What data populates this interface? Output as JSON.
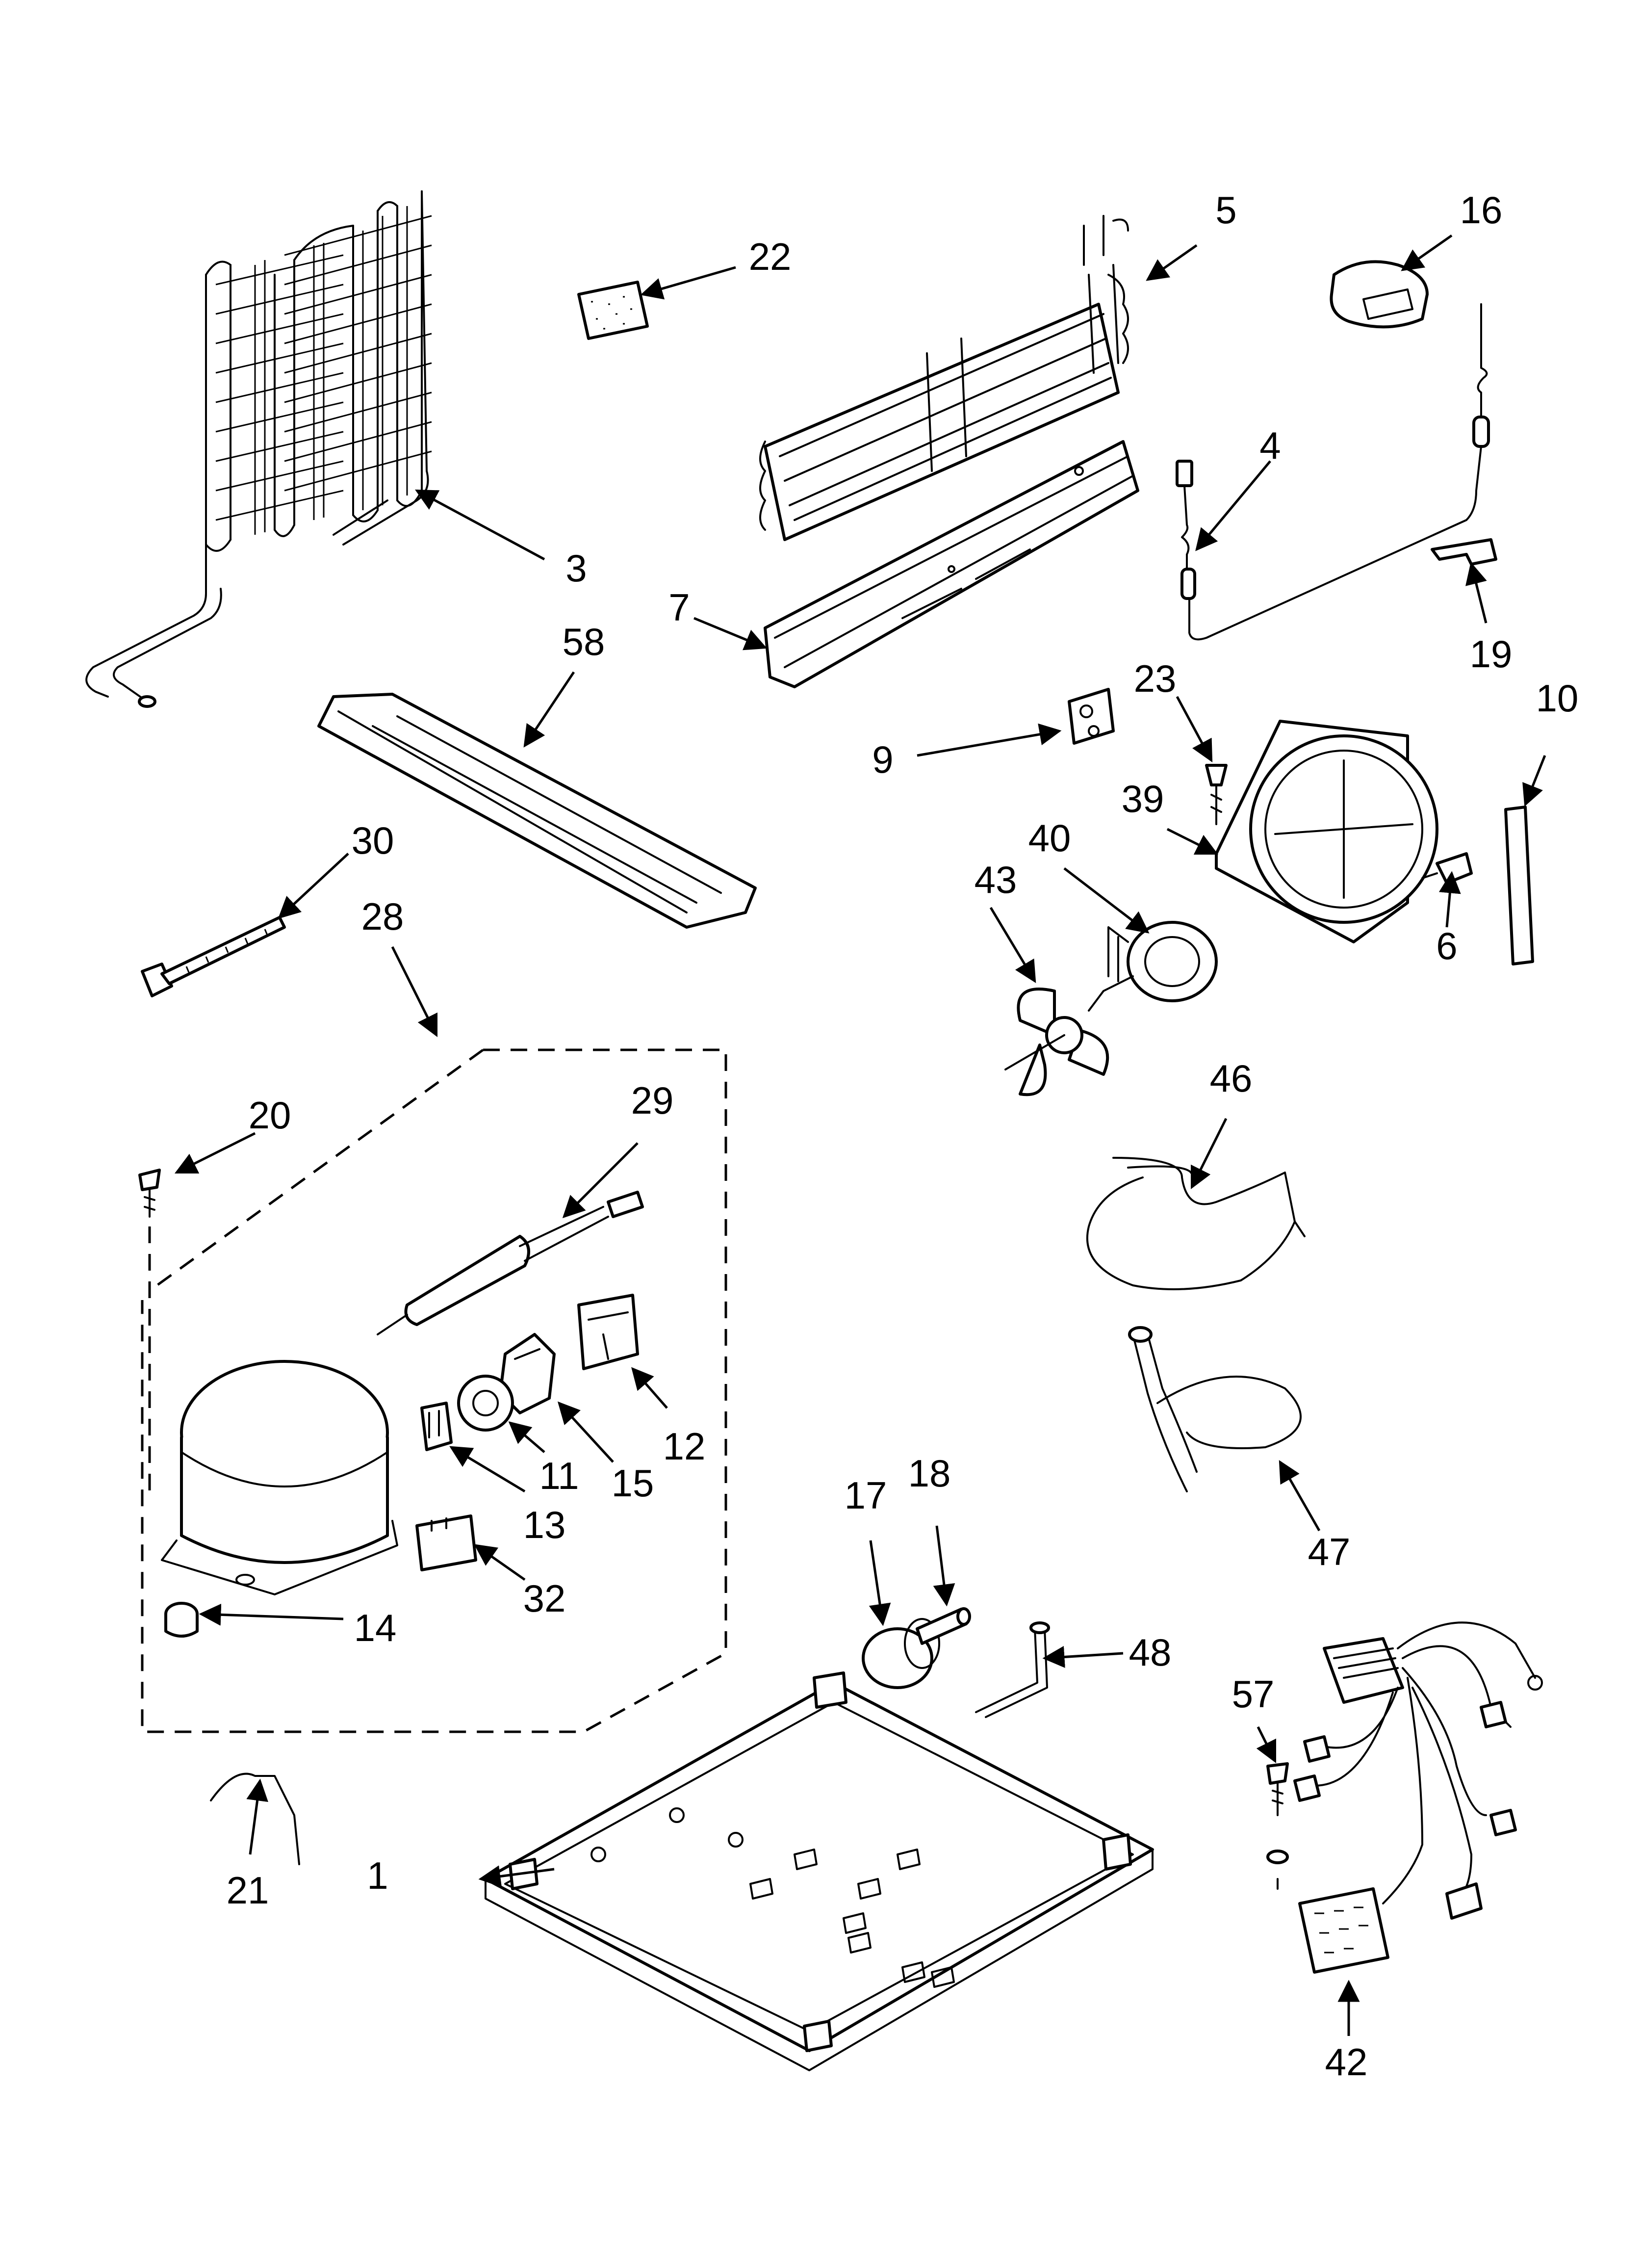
{
  "callouts": [
    {
      "id": "1",
      "label": "1"
    },
    {
      "id": "3",
      "label": "3"
    },
    {
      "id": "4",
      "label": "4"
    },
    {
      "id": "5",
      "label": "5"
    },
    {
      "id": "6",
      "label": "6"
    },
    {
      "id": "7",
      "label": "7"
    },
    {
      "id": "9",
      "label": "9"
    },
    {
      "id": "10",
      "label": "10"
    },
    {
      "id": "11",
      "label": "11"
    },
    {
      "id": "12",
      "label": "12"
    },
    {
      "id": "13",
      "label": "13"
    },
    {
      "id": "14",
      "label": "14"
    },
    {
      "id": "15",
      "label": "15"
    },
    {
      "id": "16",
      "label": "16"
    },
    {
      "id": "17",
      "label": "17"
    },
    {
      "id": "18",
      "label": "18"
    },
    {
      "id": "19",
      "label": "19"
    },
    {
      "id": "20",
      "label": "20"
    },
    {
      "id": "21",
      "label": "21"
    },
    {
      "id": "22",
      "label": "22"
    },
    {
      "id": "23",
      "label": "23"
    },
    {
      "id": "28",
      "label": "28"
    },
    {
      "id": "29",
      "label": "29"
    },
    {
      "id": "30",
      "label": "30"
    },
    {
      "id": "32",
      "label": "32"
    },
    {
      "id": "39",
      "label": "39"
    },
    {
      "id": "40",
      "label": "40"
    },
    {
      "id": "42",
      "label": "42"
    },
    {
      "id": "43",
      "label": "43"
    },
    {
      "id": "46",
      "label": "46"
    },
    {
      "id": "47",
      "label": "47"
    },
    {
      "id": "48",
      "label": "48"
    },
    {
      "id": "57",
      "label": "57"
    },
    {
      "id": "58",
      "label": "58"
    }
  ]
}
